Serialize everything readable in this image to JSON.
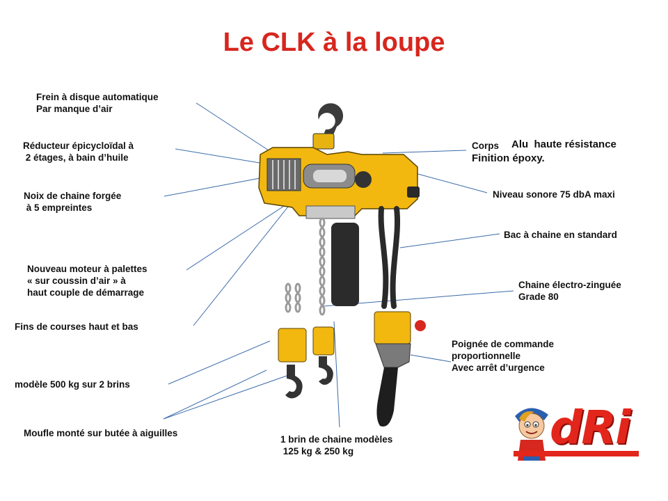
{
  "title": "Le CLK à la loupe",
  "labels": {
    "frein": "Frein à disque automatique\nPar manque d’air",
    "reducteur": "Réducteur épicycloïdal à\n 2 étages, à bain d’huile",
    "noix": "Noix de chaine forgée\n à 5 empreintes",
    "moteur": "Nouveau moteur à palettes\n« sur coussin d’air » à\nhaut couple de démarrage",
    "fins": "Fins de courses haut et bas",
    "modele500": "modèle 500 kg sur 2 brins",
    "moufle": "Moufle monté sur butée à aiguilles",
    "brin": "1 brin de chaine modèles\n 125 kg & 250 kg",
    "corps_1": "Corps",
    "corps_2": "Alu  haute résistance",
    "corps_3": "Finition époxy.",
    "niveau": "Niveau sonore 75 dbA maxi",
    "bac": "Bac à chaine en standard",
    "chaine": "Chaine électro-zinguée\nGrade 80",
    "poignee": "Poignée de commande\nproportionnelle\nAvec arrêt d’urgence"
  },
  "logo": {
    "text": "dRi"
  },
  "colors": {
    "title": "#d7261e",
    "hoist_yellow": "#f2b810",
    "leader_line": "#3a6aa8",
    "logo_red": "#e3261b"
  }
}
